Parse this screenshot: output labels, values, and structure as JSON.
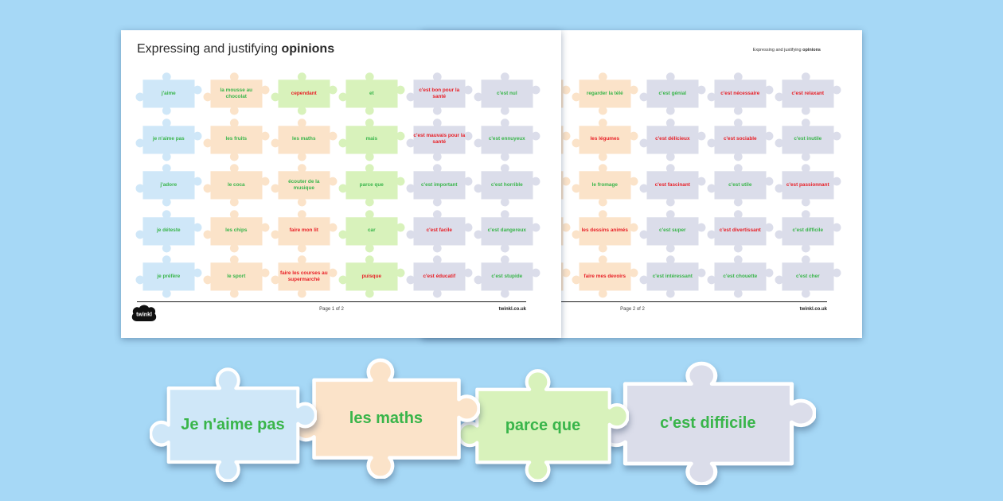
{
  "canvas": {
    "background": "#A6D8F6"
  },
  "palette": {
    "piece_blue": "#CFE7F8",
    "piece_peach": "#FBE3C9",
    "piece_green": "#D8F2BB",
    "piece_lavender": "#DBDDEA",
    "text_green": "#39B54A",
    "text_red": "#E81E25"
  },
  "page1": {
    "title_regular": "Expressing and justifying ",
    "title_bold": "opinions",
    "grid": [
      [
        {
          "text": "j'aime",
          "fill": "blue",
          "color": "green"
        },
        {
          "text": "la mousse au chocolat",
          "fill": "peach",
          "color": "green"
        },
        {
          "text": "cependant",
          "fill": "green",
          "color": "red"
        },
        {
          "text": "et",
          "fill": "green",
          "color": "green"
        },
        {
          "text": "c'est bon pour la santé",
          "fill": "lavender",
          "color": "red"
        },
        {
          "text": "c'est nul",
          "fill": "lavender",
          "color": "green"
        }
      ],
      [
        {
          "text": "je n'aime pas",
          "fill": "blue",
          "color": "green"
        },
        {
          "text": "les fruits",
          "fill": "peach",
          "color": "green"
        },
        {
          "text": "les maths",
          "fill": "peach",
          "color": "green"
        },
        {
          "text": "mais",
          "fill": "green",
          "color": "green"
        },
        {
          "text": "c'est mauvais pour la santé",
          "fill": "lavender",
          "color": "red"
        },
        {
          "text": "c'est ennuyeux",
          "fill": "lavender",
          "color": "green"
        }
      ],
      [
        {
          "text": "j'adore",
          "fill": "blue",
          "color": "green"
        },
        {
          "text": "le coca",
          "fill": "peach",
          "color": "green"
        },
        {
          "text": "écouter de la musique",
          "fill": "peach",
          "color": "green"
        },
        {
          "text": "parce que",
          "fill": "green",
          "color": "green"
        },
        {
          "text": "c'est important",
          "fill": "lavender",
          "color": "green"
        },
        {
          "text": "c'est horrible",
          "fill": "lavender",
          "color": "green"
        }
      ],
      [
        {
          "text": "je déteste",
          "fill": "blue",
          "color": "green"
        },
        {
          "text": "les chips",
          "fill": "peach",
          "color": "green"
        },
        {
          "text": "faire mon lit",
          "fill": "peach",
          "color": "red"
        },
        {
          "text": "car",
          "fill": "green",
          "color": "green"
        },
        {
          "text": "c'est facile",
          "fill": "lavender",
          "color": "red"
        },
        {
          "text": "c'est dangereux",
          "fill": "lavender",
          "color": "green"
        }
      ],
      [
        {
          "text": "je préfère",
          "fill": "blue",
          "color": "green"
        },
        {
          "text": "le sport",
          "fill": "peach",
          "color": "green"
        },
        {
          "text": "faire les courses au supermarché",
          "fill": "peach",
          "color": "red"
        },
        {
          "text": "puisque",
          "fill": "green",
          "color": "red"
        },
        {
          "text": "c'est éducatif",
          "fill": "lavender",
          "color": "red"
        },
        {
          "text": "c'est stupide",
          "fill": "lavender",
          "color": "green"
        }
      ]
    ],
    "footer": {
      "page_label": "Page 1 of 2",
      "site": "twinkl.co.uk",
      "logo_text": "twinkl"
    }
  },
  "page2": {
    "header_regular": "Expressing and justifying ",
    "header_bold": "opinions",
    "clipped_column_color": "peach",
    "grid": [
      [
        {
          "text": "regarder la télé",
          "fill": "peach",
          "color": "green"
        },
        {
          "text": "c'est génial",
          "fill": "lavender",
          "color": "green"
        },
        {
          "text": "c'est nécessaire",
          "fill": "lavender",
          "color": "red"
        },
        {
          "text": "c'est relaxant",
          "fill": "lavender",
          "color": "red"
        }
      ],
      [
        {
          "text": "les légumes",
          "fill": "peach",
          "color": "red"
        },
        {
          "text": "c'est délicieux",
          "fill": "lavender",
          "color": "red"
        },
        {
          "text": "c'est sociable",
          "fill": "lavender",
          "color": "red"
        },
        {
          "text": "c'est inutile",
          "fill": "lavender",
          "color": "green"
        }
      ],
      [
        {
          "text": "le fromage",
          "fill": "peach",
          "color": "green"
        },
        {
          "text": "c'est fascinant",
          "fill": "lavender",
          "color": "red"
        },
        {
          "text": "c'est utile",
          "fill": "lavender",
          "color": "green"
        },
        {
          "text": "c'est passionnant",
          "fill": "lavender",
          "color": "red"
        }
      ],
      [
        {
          "text": "les dessins animés",
          "fill": "peach",
          "color": "red"
        },
        {
          "text": "c'est super",
          "fill": "lavender",
          "color": "green"
        },
        {
          "text": "c'est divertissant",
          "fill": "lavender",
          "color": "red"
        },
        {
          "text": "c'est difficile",
          "fill": "lavender",
          "color": "green"
        }
      ],
      [
        {
          "text": "faire mes devoirs",
          "fill": "peach",
          "color": "red"
        },
        {
          "text": "c'est intéressant",
          "fill": "lavender",
          "color": "green"
        },
        {
          "text": "c'est chouette",
          "fill": "lavender",
          "color": "green"
        },
        {
          "text": "c'est cher",
          "fill": "lavender",
          "color": "green"
        }
      ]
    ],
    "footer": {
      "page_label": "Page 2 of 2",
      "site": "twinkl.co.uk"
    }
  },
  "bottom_strip": {
    "text_color": "green",
    "pieces": [
      {
        "text": "Je n'aime pas",
        "fill": "blue"
      },
      {
        "text": "les maths",
        "fill": "peach"
      },
      {
        "text": "parce que",
        "fill": "green"
      },
      {
        "text": "c'est difficile",
        "fill": "lavender"
      }
    ]
  }
}
